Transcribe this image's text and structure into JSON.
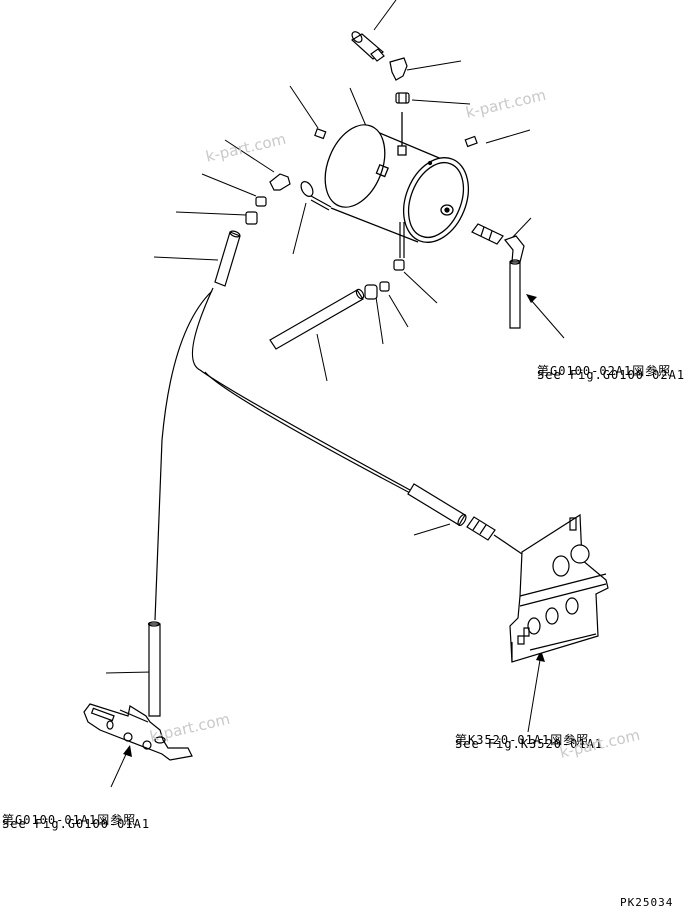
{
  "references": [
    {
      "jp": "第G0100-02A1図参照",
      "en": "See Fig.G0100-02A1"
    },
    {
      "jp": "第K3520-01A1図参照",
      "en": "See Fig.K3520-01A1"
    },
    {
      "jp": "第G0100-01A1図参照",
      "en": "See Fig.G0100-01A1"
    }
  ],
  "watermark": "k-part.com",
  "page_code": "PK25034"
}
